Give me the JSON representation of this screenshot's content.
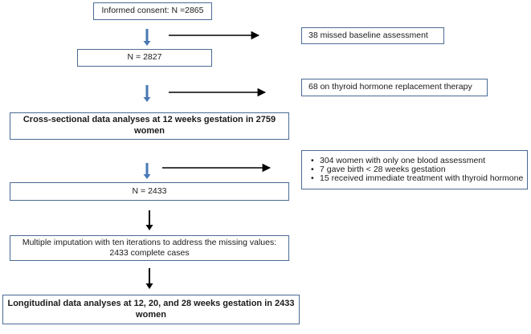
{
  "main_flow": {
    "consent": "Informed consent: N =2865",
    "n_after_baseline": "N = 2827",
    "cross_sectional": "Cross-sectional data analyses at 12 weeks gestation in 2759 women",
    "n_final": "N = 2433",
    "imputation_line1": "Multiple imputation with ten iterations to address the missing values:",
    "imputation_line2": "2433 complete cases",
    "longitudinal": "Longitudinal data analyses at 12, 20, and 28 weeks gestation in 2433 women"
  },
  "exclusions": {
    "baseline": "38 missed baseline assessment",
    "thyroid_therapy": "68 on thyroid hormone replacement therapy",
    "third_step": [
      "304 women with only one blood assessment",
      "7 gave birth < 28 weeks gestation",
      "15 received immediate treatment with thyroid hormone"
    ]
  },
  "colors": {
    "box_border": "#4a6a94",
    "down_arrow_blue": "#4a78b5",
    "arrow_black": "#000000"
  }
}
